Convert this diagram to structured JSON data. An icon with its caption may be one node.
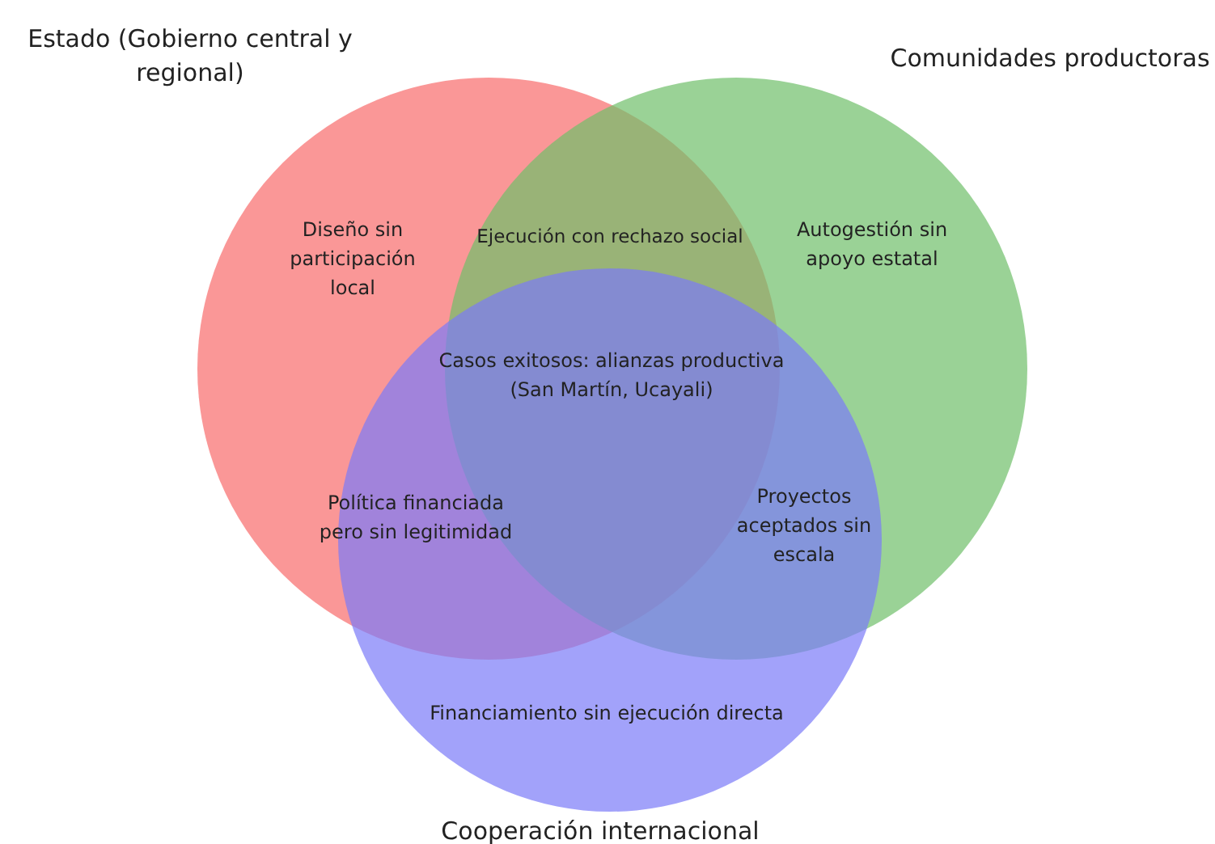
{
  "diagram": {
    "nodes": [
      {
        "text": [
          "Estado (Gobierno central y regional)"
        ]
      },
      {
        "text": [
          "Comunidades productoras"
        ]
      },
      {
        "text": [
          "Cooperación internacional"
        ]
      }
    ],
    "labels": [
      "Diseño sin participación local",
      "Ejecución con rechazo social",
      "Autogestión sin apoyo estatal",
      "Casos exitosos: alianzas productiva (San Martín, Ucayali)",
      "Política financiada pero sin legitimidad",
      "Proyectos aceptados sin escala",
      "Financiamiento sin ejecución directa"
    ]
  }
}
